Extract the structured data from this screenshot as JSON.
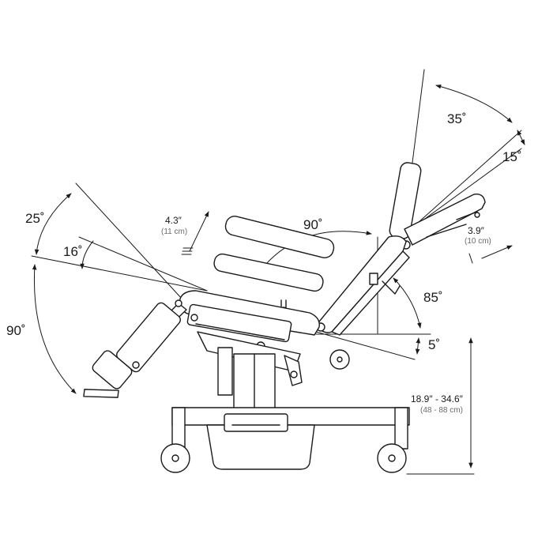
{
  "angles": {
    "headrest_up": "35˚",
    "headrest_down": "15˚",
    "backrest": "90˚",
    "backrest_recline": "85˚",
    "seat_tilt": "5˚",
    "leg_upper": "25˚",
    "leg_mid": "16˚",
    "leg_lower": "90˚"
  },
  "dimensions": {
    "armrest_height_in": "4.3″",
    "armrest_height_cm": "(11 cm)",
    "headrest_slide_in": "3.9″",
    "headrest_slide_cm": "(10 cm)",
    "seat_height_in": "18.9″ - 34.6″",
    "seat_height_cm": "(48 - 88 cm)"
  },
  "colors": {
    "line": "#1a1a1a",
    "subtext": "#6b6b6b",
    "background": "#ffffff"
  }
}
